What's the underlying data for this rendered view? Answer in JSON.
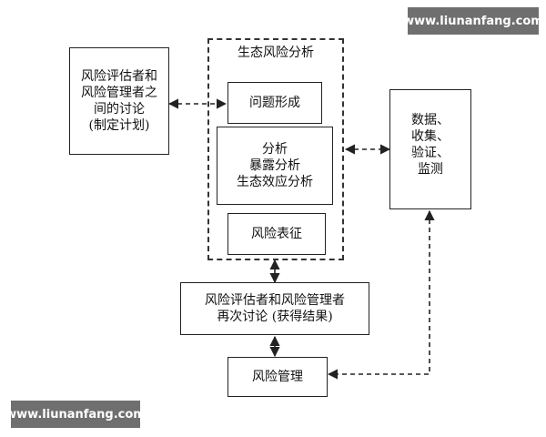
{
  "watermark_top": "www.liunanfang.com",
  "watermark_bottom": "www.liunanfang.com",
  "eco_frame": {
    "title": "生态风险分析"
  },
  "planning": {
    "lines": [
      "风险评估者和",
      "风险管理者之",
      "间的讨论",
      "(制定计划)"
    ]
  },
  "problem_formulation": {
    "label": "问题形成"
  },
  "analysis": {
    "lines": [
      "分析",
      "暴露分析",
      "生态效应分析"
    ]
  },
  "risk_characterization": {
    "label": "风险表征"
  },
  "data_box": {
    "lines": [
      "数据、",
      "收集、",
      "验证、",
      "监测"
    ]
  },
  "rediscussion": {
    "lines": [
      "风险评估者和风险管理者",
      "再次讨论 (获得结果)"
    ]
  },
  "risk_management": {
    "label": "风险管理"
  }
}
